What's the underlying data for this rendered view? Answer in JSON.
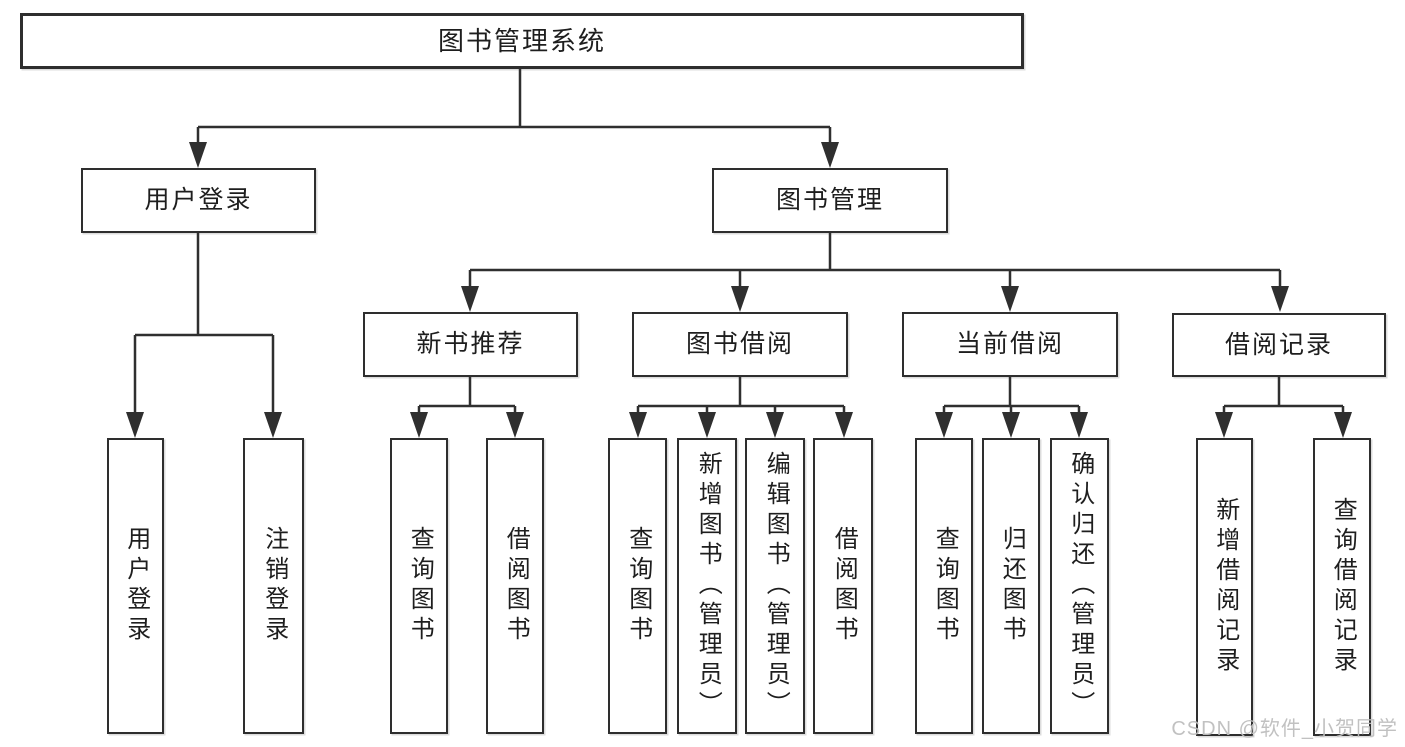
{
  "tree": {
    "root": {
      "label": "图书管理系统",
      "children": [
        {
          "label": "用户登录",
          "children": [
            {
              "label": "用户登录"
            },
            {
              "label": "注销登录"
            }
          ]
        },
        {
          "label": "图书管理",
          "children": [
            {
              "label": "新书推荐",
              "children": [
                {
                  "label": "查询图书"
                },
                {
                  "label": "借阅图书"
                }
              ]
            },
            {
              "label": "图书借阅",
              "children": [
                {
                  "label": "查询图书"
                },
                {
                  "label": "新增图书（管理员）"
                },
                {
                  "label": "编辑图书（管理员）"
                },
                {
                  "label": "借阅图书"
                }
              ]
            },
            {
              "label": "当前借阅",
              "children": [
                {
                  "label": "查询图书"
                },
                {
                  "label": "归还图书"
                },
                {
                  "label": "确认归还（管理员）"
                }
              ]
            },
            {
              "label": "借阅记录",
              "children": [
                {
                  "label": "新增借阅记录"
                },
                {
                  "label": "查询借阅记录"
                }
              ]
            }
          ]
        }
      ]
    }
  },
  "watermark": {
    "text": "CSDN @软件_小贺同学"
  },
  "colors": {
    "line": "#2f2f2f",
    "box_border": "#2e2e2e",
    "text": "#1e1e1e",
    "watermark": "#bebebe",
    "background": "#ffffff"
  }
}
